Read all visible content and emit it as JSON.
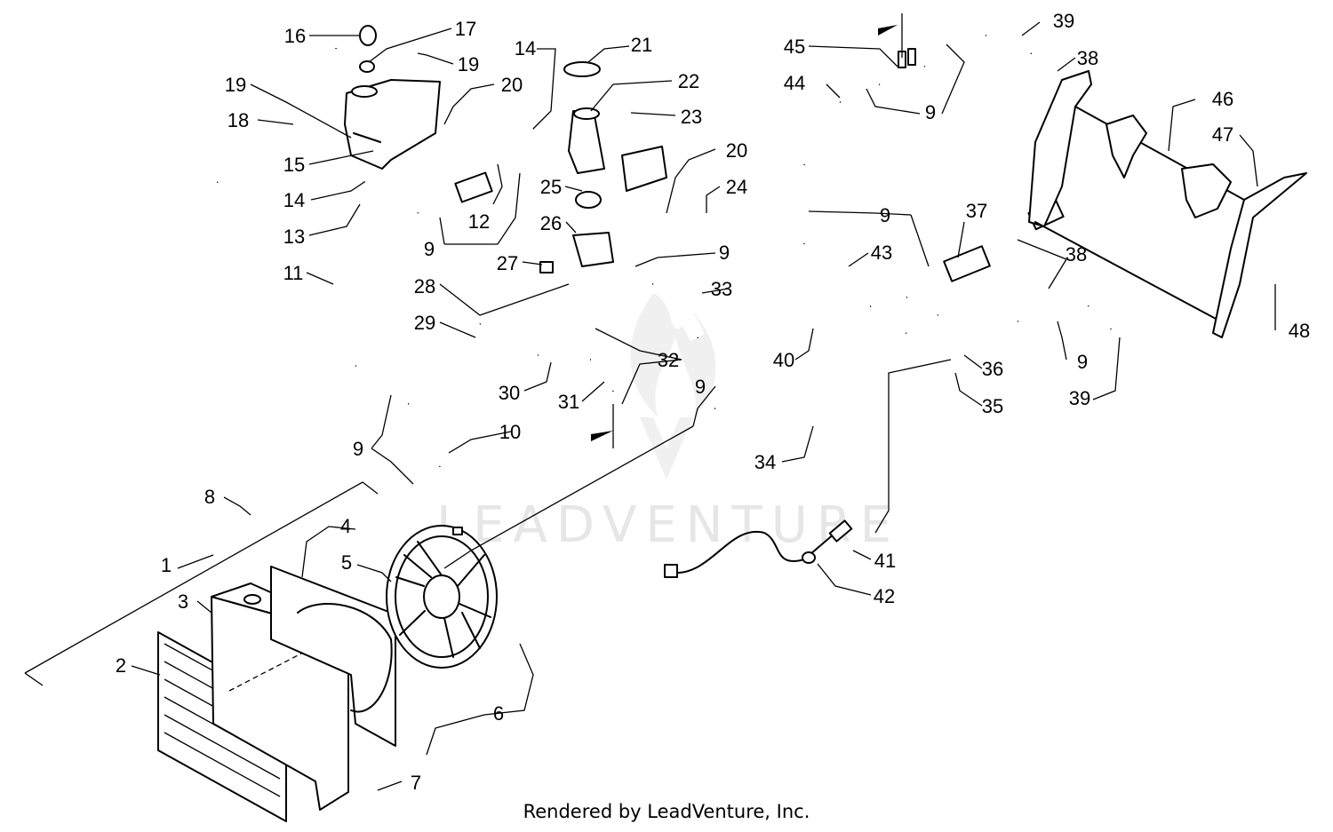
{
  "title": "",
  "footer": "Rendered by LeadVenture, Inc.",
  "watermark": "LEADVENTURE",
  "callouts": [
    {
      "id": "c16",
      "label": "16"
    },
    {
      "id": "c17",
      "label": "17"
    },
    {
      "id": "c19a",
      "label": "19"
    },
    {
      "id": "c19b",
      "label": "19"
    },
    {
      "id": "c18",
      "label": "18"
    },
    {
      "id": "c20a",
      "label": "20"
    },
    {
      "id": "c14a",
      "label": "14"
    },
    {
      "id": "c21",
      "label": "21"
    },
    {
      "id": "c22",
      "label": "22"
    },
    {
      "id": "c23",
      "label": "23"
    },
    {
      "id": "c20b",
      "label": "20"
    },
    {
      "id": "c24",
      "label": "24"
    },
    {
      "id": "c15",
      "label": "15"
    },
    {
      "id": "c14b",
      "label": "14"
    },
    {
      "id": "c13",
      "label": "13"
    },
    {
      "id": "c12",
      "label": "12"
    },
    {
      "id": "c9a",
      "label": "9"
    },
    {
      "id": "c25",
      "label": "25"
    },
    {
      "id": "c26",
      "label": "26"
    },
    {
      "id": "c27",
      "label": "27"
    },
    {
      "id": "c9b",
      "label": "9"
    },
    {
      "id": "c11",
      "label": "11"
    },
    {
      "id": "c28",
      "label": "28"
    },
    {
      "id": "c33",
      "label": "33"
    },
    {
      "id": "c29",
      "label": "29"
    },
    {
      "id": "c32",
      "label": "32"
    },
    {
      "id": "c30",
      "label": "30"
    },
    {
      "id": "c31",
      "label": "31"
    },
    {
      "id": "c9c",
      "label": "9"
    },
    {
      "id": "c10",
      "label": "10"
    },
    {
      "id": "c9d",
      "label": "9"
    },
    {
      "id": "c8",
      "label": "8"
    },
    {
      "id": "c4",
      "label": "4"
    },
    {
      "id": "c1",
      "label": "1"
    },
    {
      "id": "c5",
      "label": "5"
    },
    {
      "id": "c3",
      "label": "3"
    },
    {
      "id": "c2",
      "label": "2"
    },
    {
      "id": "c6",
      "label": "6"
    },
    {
      "id": "c7",
      "label": "7"
    },
    {
      "id": "c45",
      "label": "45"
    },
    {
      "id": "c39a",
      "label": "39"
    },
    {
      "id": "c38a",
      "label": "38"
    },
    {
      "id": "c44",
      "label": "44"
    },
    {
      "id": "c9e",
      "label": "9"
    },
    {
      "id": "c46",
      "label": "46"
    },
    {
      "id": "c47",
      "label": "47"
    },
    {
      "id": "c9f",
      "label": "9"
    },
    {
      "id": "c37",
      "label": "37"
    },
    {
      "id": "c43",
      "label": "43"
    },
    {
      "id": "c38b",
      "label": "38"
    },
    {
      "id": "c40",
      "label": "40"
    },
    {
      "id": "c36",
      "label": "36"
    },
    {
      "id": "c9g",
      "label": "9"
    },
    {
      "id": "c48",
      "label": "48"
    },
    {
      "id": "c35",
      "label": "35"
    },
    {
      "id": "c39b",
      "label": "39"
    },
    {
      "id": "c34",
      "label": "34"
    },
    {
      "id": "c41",
      "label": "41"
    },
    {
      "id": "c42",
      "label": "42"
    }
  ]
}
